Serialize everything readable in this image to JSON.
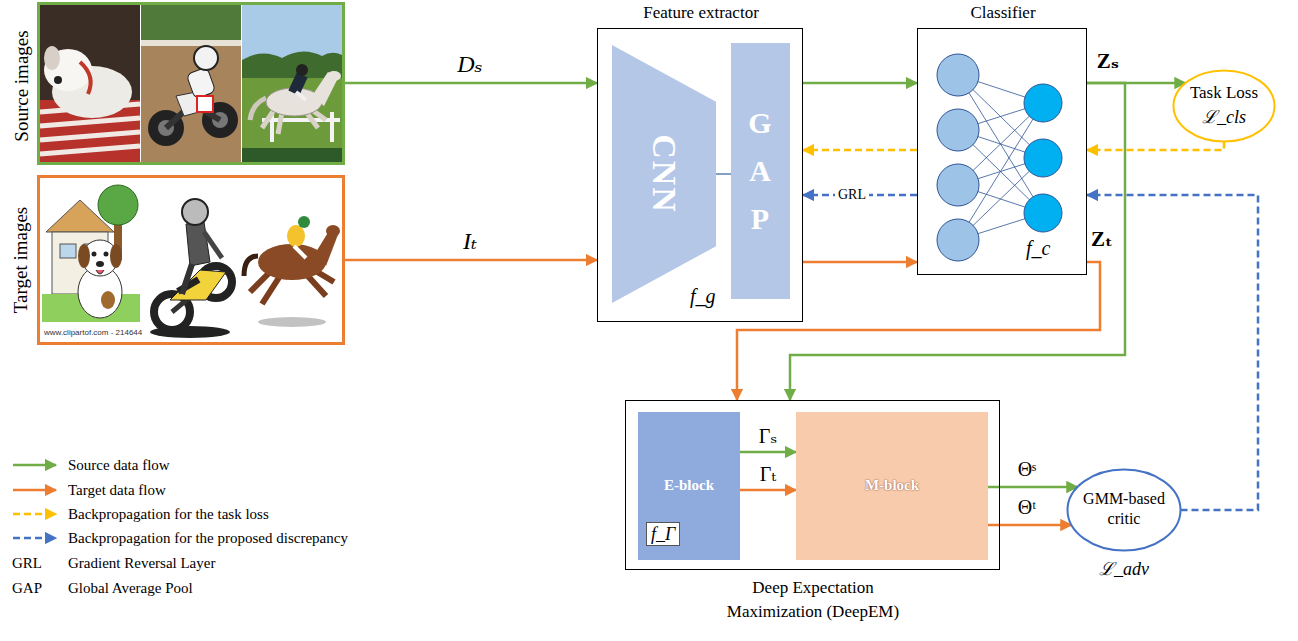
{
  "diagram": {
    "nodes": [
      {
        "text": [
          "Source images"
        ]
      },
      {
        "text": [
          "Target images"
        ]
      },
      {
        "text": [
          "Feature extractor",
          "f_g"
        ]
      },
      {
        "text": [
          "CNN"
        ],
        "in": 2
      },
      {
        "text": [
          "GAP"
        ],
        "in": 2
      },
      {
        "text": [
          "Classifier",
          "f_c"
        ]
      },
      {
        "text": [
          "Task Loss",
          "ℒ_cls"
        ]
      },
      {
        "text": [
          "Deep Expectation Maximization (DeepEM)"
        ]
      },
      {
        "text": [
          "E-block",
          "f_Γ"
        ],
        "in": 7
      },
      {
        "text": [
          "M-block"
        ],
        "in": 7
      },
      {
        "text": [
          "GMM-based critic",
          "ℒ_adv"
        ]
      }
    ],
    "edges": [
      {
        "from": 0,
        "to": 2,
        "arrow": "to",
        "label": "Dₛ"
      },
      {
        "from": 1,
        "to": 2,
        "arrow": "to",
        "label": "Iₜ"
      },
      {
        "from": 3,
        "to": 4,
        "arrow": "none"
      },
      {
        "from": 2,
        "to": 5,
        "arrow": "to"
      },
      {
        "from": 2,
        "to": 5,
        "arrow": "to"
      },
      {
        "from": 5,
        "to": 6,
        "arrow": "to",
        "label": "Zₛ"
      },
      {
        "from": 5,
        "to": 7,
        "arrow": "to"
      },
      {
        "from": 5,
        "to": 7,
        "arrow": "to",
        "label": "Zₜ"
      },
      {
        "from": 8,
        "to": 9,
        "arrow": "to",
        "label": "Γₛ"
      },
      {
        "from": 8,
        "to": 9,
        "arrow": "to",
        "label": "Γₜ"
      },
      {
        "from": 9,
        "to": 10,
        "arrow": "to",
        "label": "Θˢ"
      },
      {
        "from": 9,
        "to": 10,
        "arrow": "to",
        "label": "Θᵗ"
      },
      {
        "from": 6,
        "to": 5,
        "arrow": "to"
      },
      {
        "from": 5,
        "to": 2,
        "arrow": "to"
      },
      {
        "from": 10,
        "to": 5,
        "arrow": "to"
      },
      {
        "from": 5,
        "to": 2,
        "arrow": "to",
        "label": "GRL"
      }
    ],
    "labels": [
      "www.clipartof.com - 214644",
      "GRL",
      "Gradient Reversal Layer",
      "GAP",
      "Global Average Pool"
    ],
    "legend": [
      {
        "text": "Source data flow"
      },
      {
        "text": "Target data flow"
      },
      {
        "text": "Backpropagation for the task loss"
      },
      {
        "text": "Backpropagation for the proposed discrepancy"
      }
    ]
  }
}
